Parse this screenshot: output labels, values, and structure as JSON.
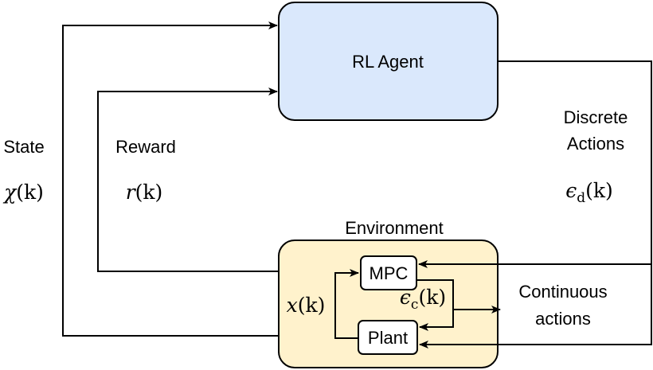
{
  "colors": {
    "agent_fill": "#dae8fc",
    "environment_fill": "#fff2cc",
    "stroke": "#000000"
  },
  "agent": {
    "label": "RL Agent"
  },
  "environment": {
    "label": "Environment",
    "mpc_label": "MPC",
    "plant_label": "Plant",
    "x_var": "x",
    "x_arg": "(k)",
    "epsilon_c_symbol": "ϵ",
    "epsilon_c_sub": "c",
    "epsilon_c_arg": "(k)"
  },
  "state": {
    "label": "State",
    "symbol": "χ",
    "arg": "(k)"
  },
  "reward": {
    "label": "Reward",
    "symbol": "r",
    "arg": "(k)"
  },
  "discrete_actions": {
    "label_line1": "Discrete",
    "label_line2": "Actions",
    "symbol": "ϵ",
    "sub": "d",
    "arg": "(k)"
  },
  "continuous_actions": {
    "label_line1": "Continuous",
    "label_line2": "actions"
  }
}
